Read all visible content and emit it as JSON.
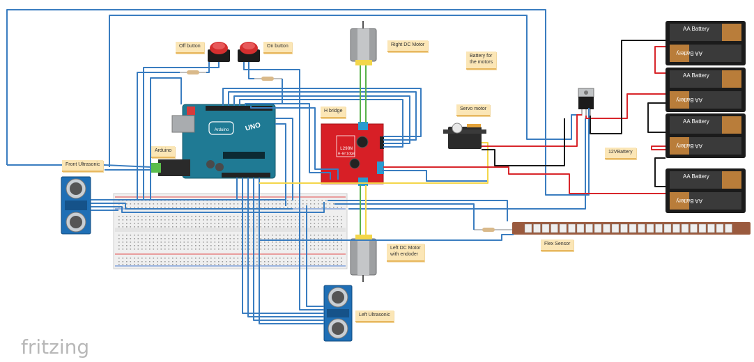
{
  "brand": "fritzing",
  "labels": {
    "off_button": "Off button",
    "on_button": "On button",
    "right_motor": "Right DC Motor",
    "battery_motors": "Battery for\nthe motors",
    "h_bridge": "H bridge",
    "servo": "Servo motor",
    "arduino": "Arduino",
    "front_us": "Front Ultrasonic",
    "twelve_v": "12VBattery",
    "flex": "Flex Sensor",
    "left_motor": "Left DC Motor\nwith endoder",
    "left_us": "Left Ultrasonic"
  },
  "battery_label": "AA Battery",
  "hbridge_text": [
    "L298N",
    "H-Bridge"
  ],
  "arduino_text": [
    "Arduino",
    "UNO"
  ],
  "colors": {
    "wire_blue": "#3a7dc0",
    "wire_red": "#d8262b",
    "wire_black": "#1a1a1a",
    "wire_yellow": "#f3d64a",
    "wire_green": "#58b24a",
    "arduino_board": "#1f7a94",
    "hbridge_board": "#d71f26",
    "us_board": "#1f6fb5",
    "note_bg": "#fbe6b6"
  },
  "icons": [
    "push-button-icon",
    "dc-motor-icon",
    "battery-icon",
    "voltage-regulator-icon",
    "servo-icon",
    "ultrasonic-sensor-icon",
    "flex-sensor-icon",
    "resistor-icon"
  ]
}
